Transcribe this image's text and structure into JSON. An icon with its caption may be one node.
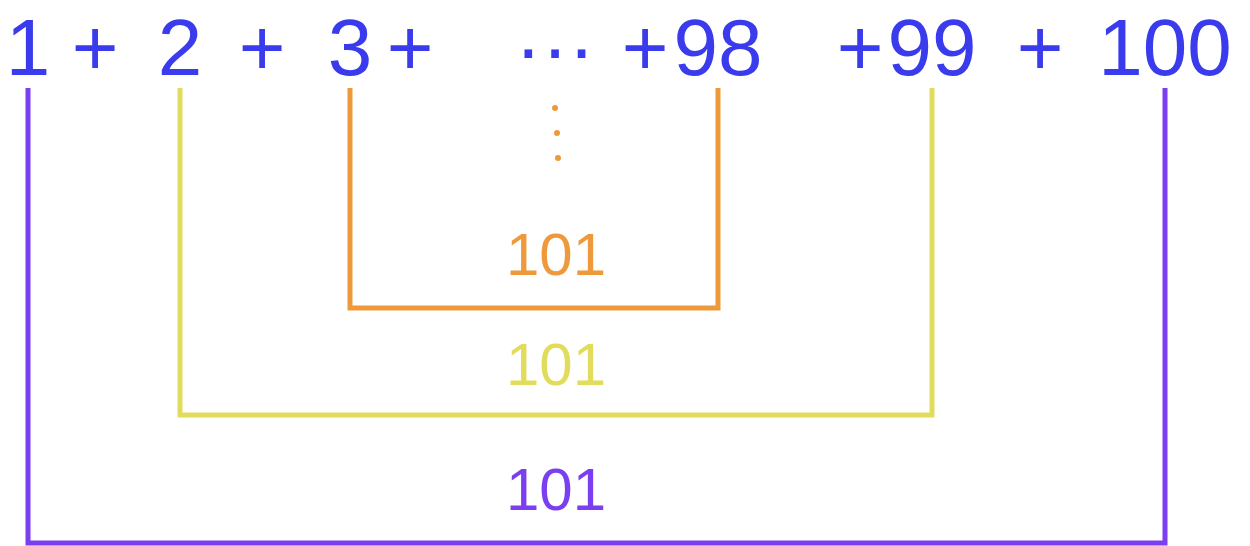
{
  "diagram": {
    "nodes": [
      {
        "text": [
          "1"
        ]
      },
      {
        "text": [
          "2"
        ]
      },
      {
        "text": [
          "3"
        ]
      },
      {
        "text": [
          "98"
        ]
      },
      {
        "text": [
          "99"
        ]
      },
      {
        "text": [
          "100"
        ]
      }
    ],
    "edges": [
      {
        "from": 0,
        "to": 5,
        "arrow": "none",
        "label": "101",
        "color": "#7b3ff2"
      },
      {
        "from": 1,
        "to": 4,
        "arrow": "none",
        "label": "101",
        "color": "#e2dc5c"
      },
      {
        "from": 2,
        "to": 3,
        "arrow": "none",
        "label": "101",
        "color": "#ee9a3c"
      }
    ],
    "labels": [
      "+",
      "+",
      "+",
      "···",
      "+",
      "+",
      "+"
    ]
  }
}
